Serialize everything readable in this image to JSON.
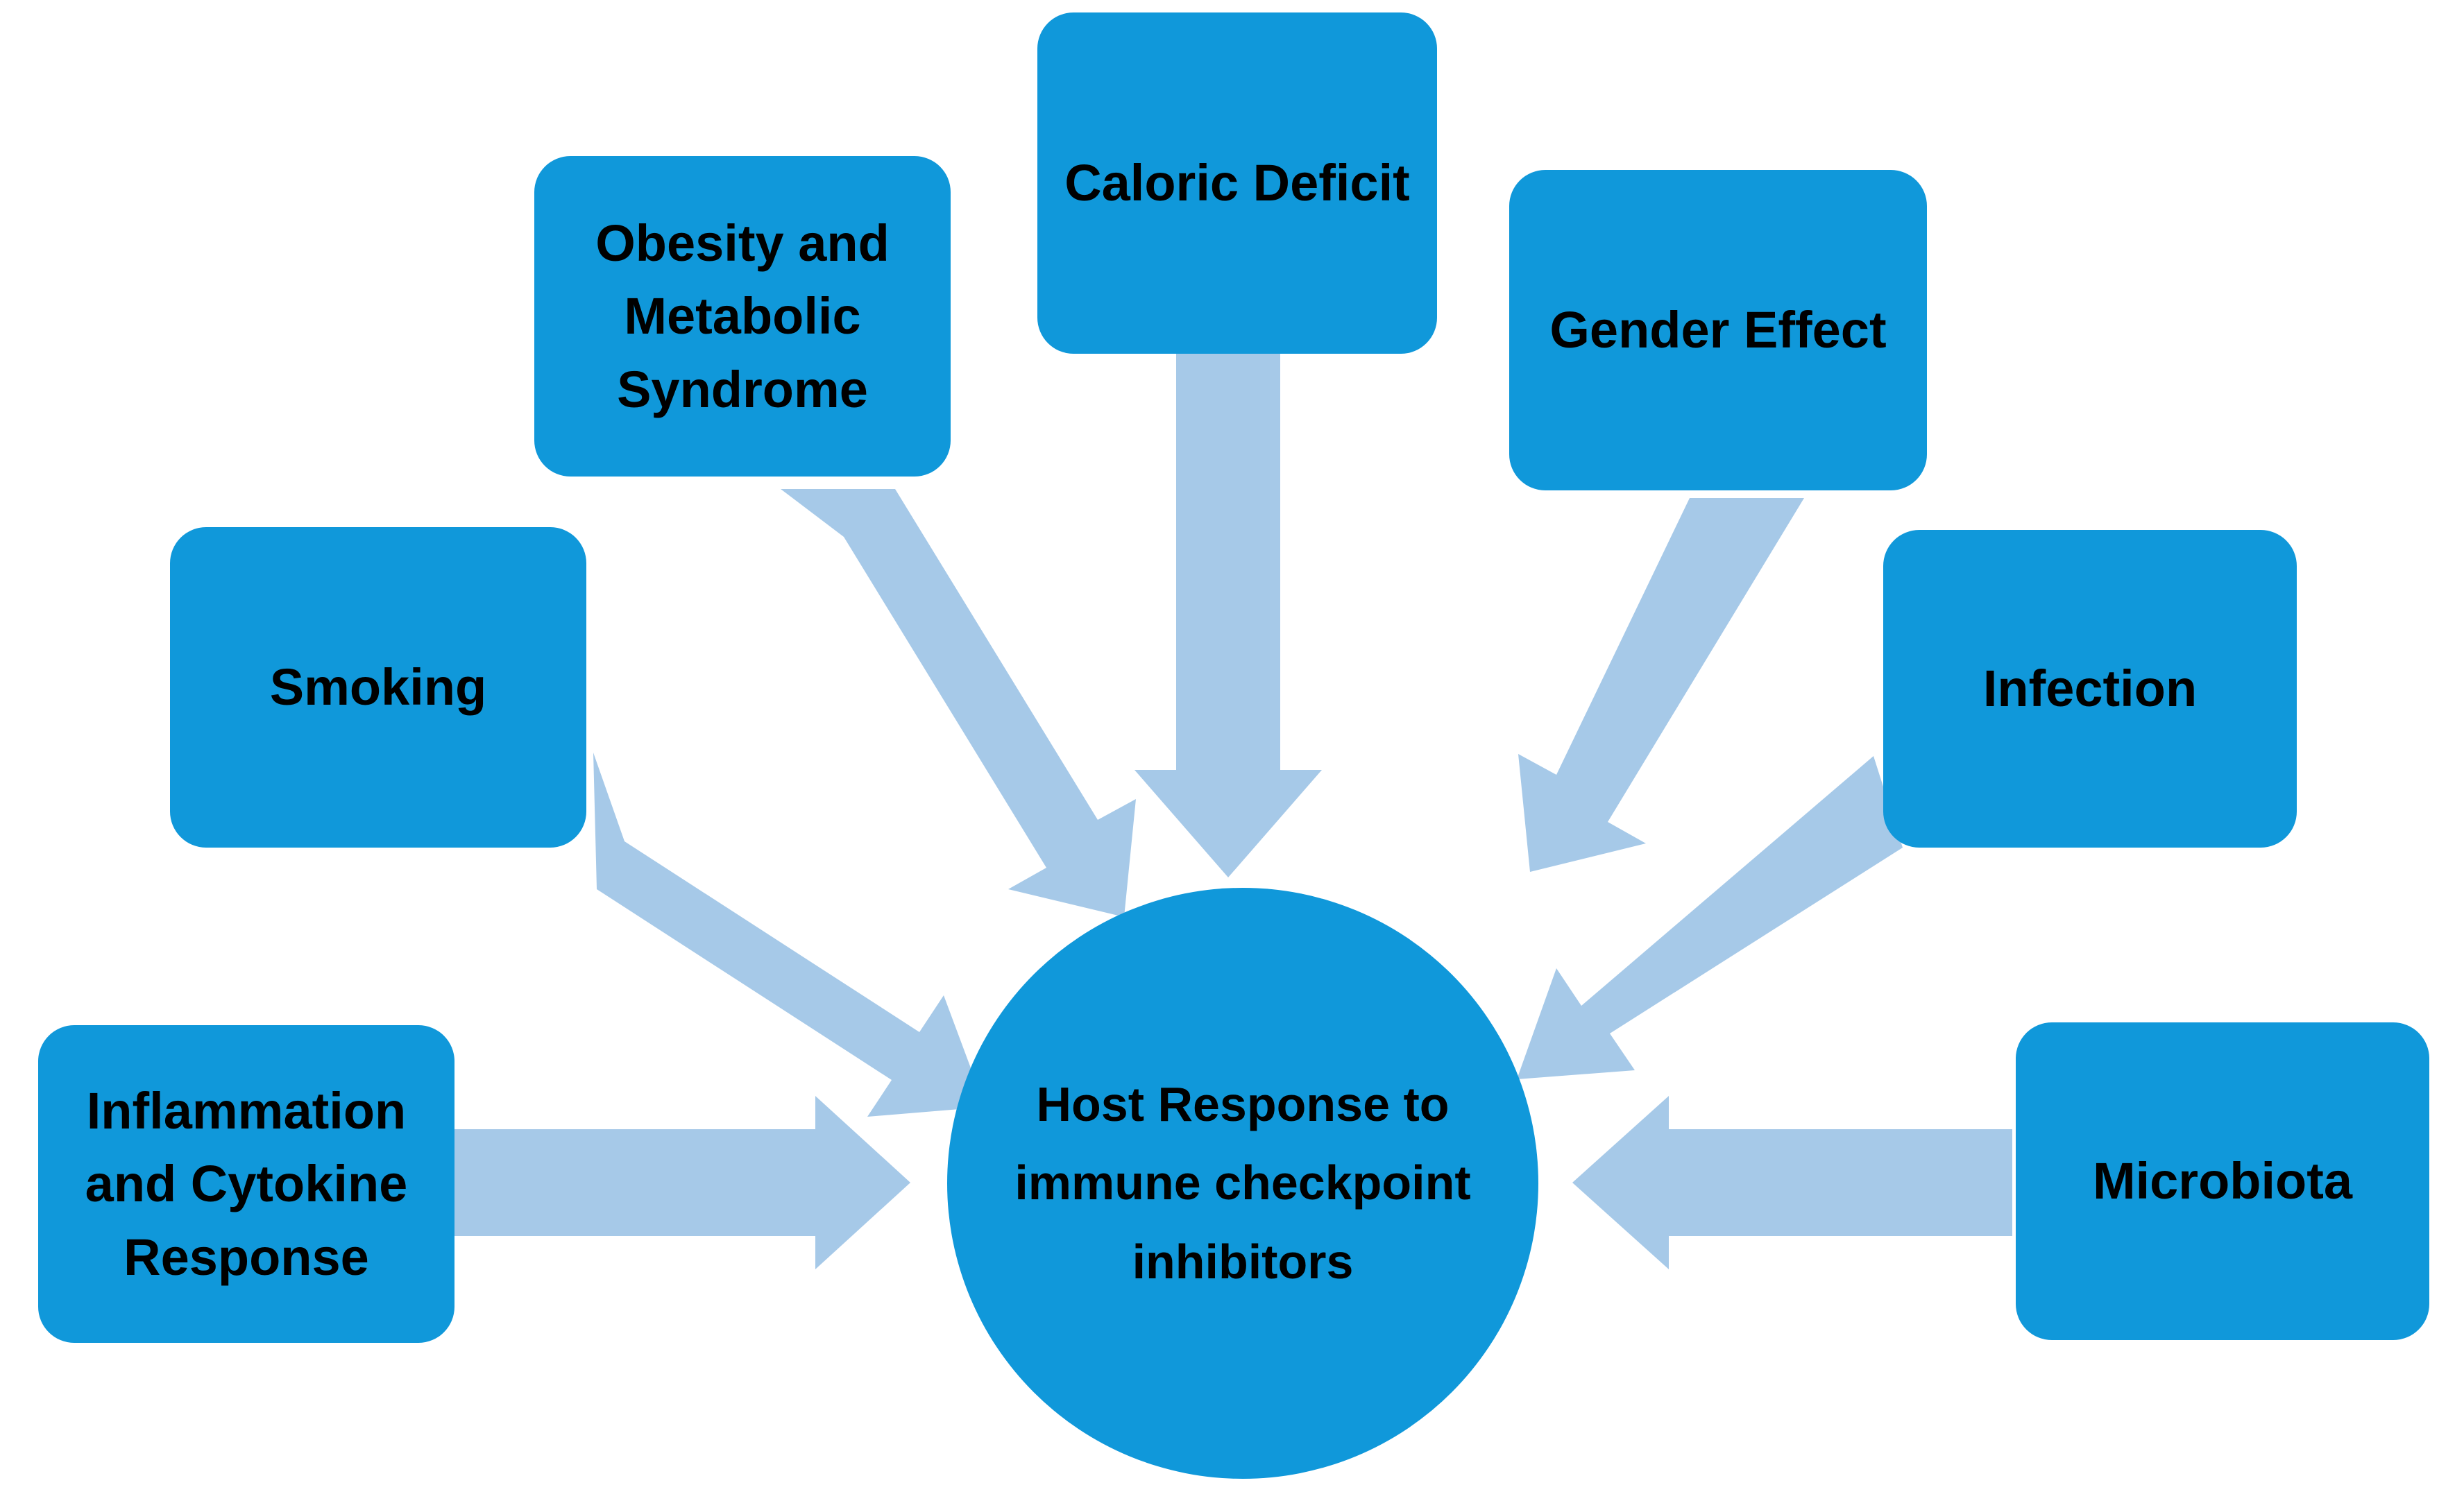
{
  "diagram": {
    "type": "hub-and-spoke",
    "title": "",
    "colors": {
      "node_fill": "#1098da",
      "arrow_fill": "#a6c9e8",
      "text": "#000000",
      "background": "#ffffff"
    },
    "hub": {
      "label": "Host Response to immune checkpoint inhibitors",
      "shape": "circle"
    },
    "nodes": [
      {
        "id": "obesity",
        "label": "Obesity and Metabolic Syndrome",
        "shape": "rounded-rect",
        "position": "top-left"
      },
      {
        "id": "caloric",
        "label": "Caloric Deficit",
        "shape": "rounded-rect",
        "position": "top-center"
      },
      {
        "id": "gender",
        "label": "Gender Effect",
        "shape": "rounded-rect",
        "position": "top-right"
      },
      {
        "id": "smoking",
        "label": "Smoking",
        "shape": "rounded-rect",
        "position": "left"
      },
      {
        "id": "infection",
        "label": "Infection",
        "shape": "rounded-rect",
        "position": "right"
      },
      {
        "id": "inflammation",
        "label": "Inflammation and Cytokine Response",
        "shape": "rounded-rect",
        "position": "bottom-left"
      },
      {
        "id": "microbiota",
        "label": "Microbiota",
        "shape": "rounded-rect",
        "position": "bottom-right"
      }
    ],
    "edges": [
      {
        "from": "obesity",
        "to": "hub",
        "direction": "down-right"
      },
      {
        "from": "caloric",
        "to": "hub",
        "direction": "down"
      },
      {
        "from": "gender",
        "to": "hub",
        "direction": "down-left"
      },
      {
        "from": "smoking",
        "to": "hub",
        "direction": "down-right"
      },
      {
        "from": "infection",
        "to": "hub",
        "direction": "down-left"
      },
      {
        "from": "inflammation",
        "to": "hub",
        "direction": "right"
      },
      {
        "from": "microbiota",
        "to": "hub",
        "direction": "left"
      }
    ]
  }
}
